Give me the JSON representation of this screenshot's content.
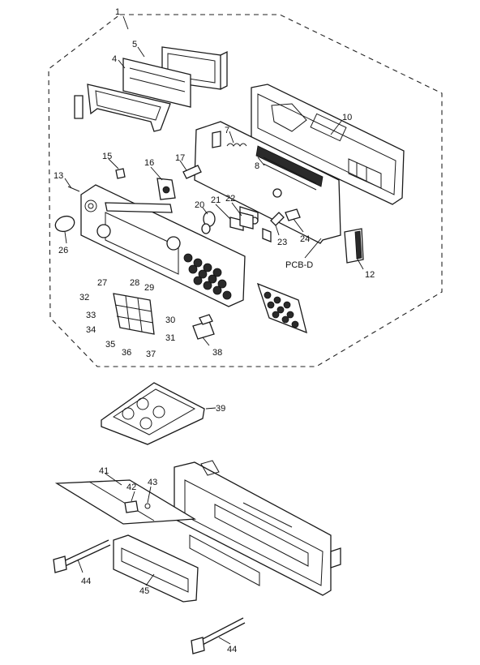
{
  "labels": {
    "l1": "1",
    "l4": "4",
    "l5": "5",
    "l7": "7",
    "l8": "8",
    "l10": "10",
    "l12": "12",
    "l13": "13",
    "l15": "15",
    "l16": "16",
    "l17": "17",
    "l20": "20",
    "l21": "21",
    "l22": "22",
    "l23": "23",
    "l24": "24",
    "l26": "26",
    "l27": "27",
    "l28": "28",
    "l29": "29",
    "l30": "30",
    "l31": "31",
    "l32": "32",
    "l33": "33",
    "l34": "34",
    "l35": "35",
    "l36": "36",
    "l37": "37",
    "l38": "38",
    "l39": "39",
    "l41": "41",
    "l42": "42",
    "l43": "43",
    "l44a": "44",
    "l44b": "44",
    "l45": "45",
    "pcbd": "PCB-D"
  }
}
